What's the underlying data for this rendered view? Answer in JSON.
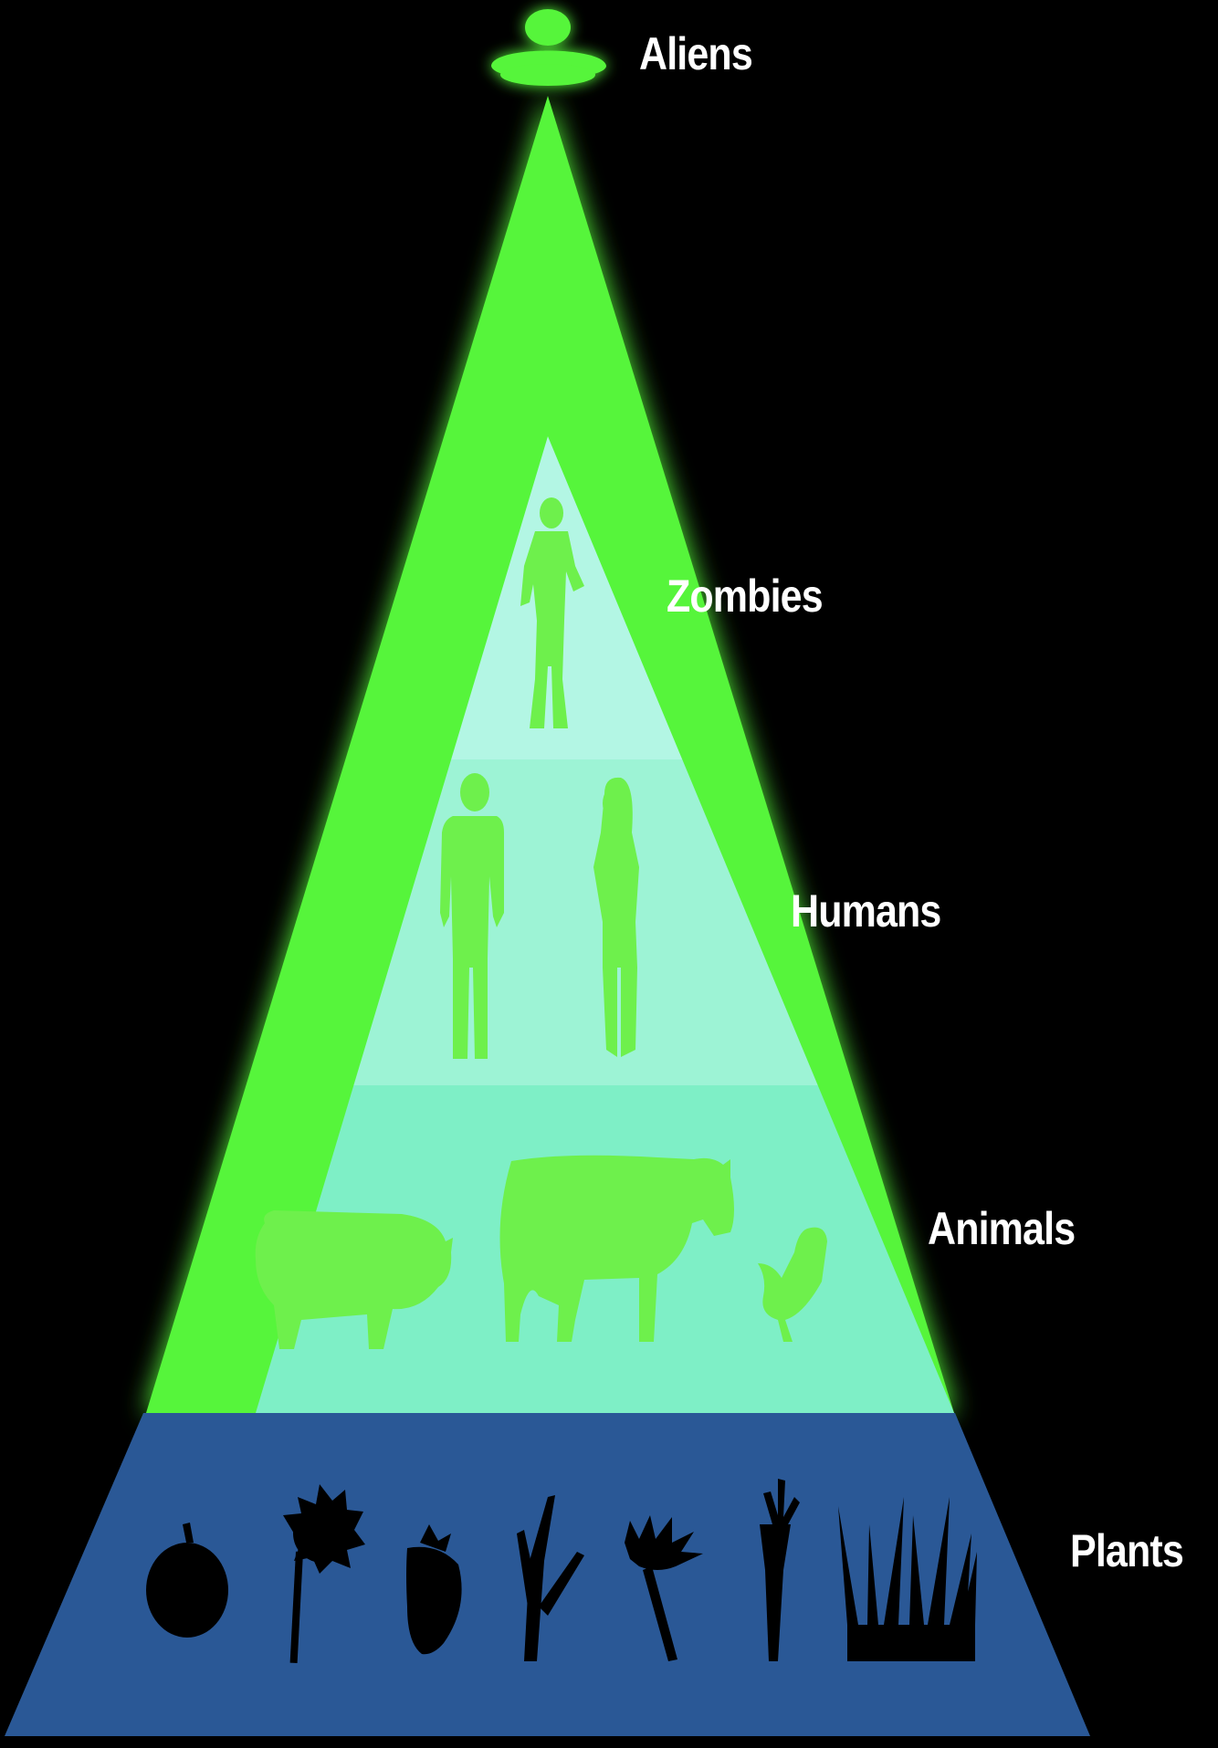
{
  "diagram": {
    "type": "food-pyramid",
    "tiers": [
      {
        "id": "aliens",
        "label": "Aliens",
        "icons": [
          "ufo-icon"
        ]
      },
      {
        "id": "zombies",
        "label": "Zombies",
        "icons": [
          "zombie-icon"
        ]
      },
      {
        "id": "humans",
        "label": "Humans",
        "icons": [
          "man-icon",
          "woman-icon"
        ]
      },
      {
        "id": "animals",
        "label": "Animals",
        "icons": [
          "pig-icon",
          "cow-icon",
          "chicken-icon"
        ]
      },
      {
        "id": "plants",
        "label": "Plants",
        "icons": [
          "apple-icon",
          "sunflower-icon",
          "strawberry-icon",
          "wheat-icon",
          "daisy-icon",
          "carrot-icon",
          "grass-icon"
        ]
      }
    ]
  },
  "colors": {
    "background": "#000000",
    "alien_beam": "#56f53a",
    "silhouette_green": "#6ef04c",
    "zombies_band": "#b3f6e4",
    "humans_band": "#9df3d5",
    "animals_band": "#7eefc6",
    "plants_band": "#2a5896",
    "plant_silhouette": "#000000",
    "label_text": "#ffffff"
  }
}
